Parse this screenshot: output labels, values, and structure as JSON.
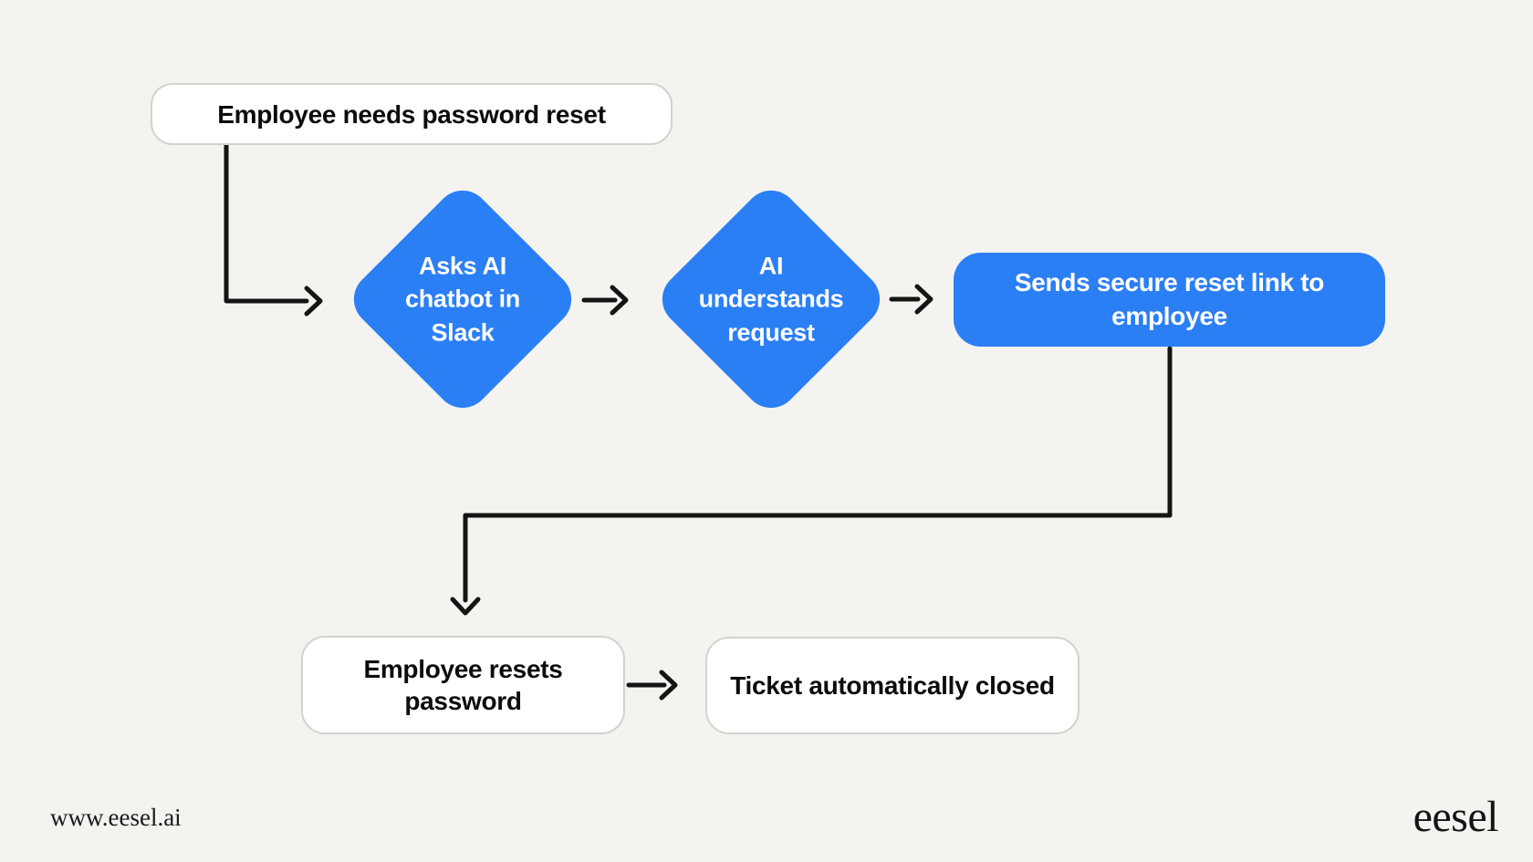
{
  "canvas": {
    "background": "#f4f3f0"
  },
  "colors": {
    "accent_blue": "#2b7ff5",
    "arrow_black": "#151515",
    "node_white": "#ffffff",
    "node_border": "#d4d2cf",
    "text_dark": "#0c0c0c",
    "text_light": "#ffffff"
  },
  "nodes": [
    {
      "id": "start",
      "type": "rounded-rect",
      "label": "Employee needs password reset"
    },
    {
      "id": "ask-chatbot",
      "type": "diamond",
      "label": "Asks AI chatbot in Slack"
    },
    {
      "id": "understands",
      "type": "diamond",
      "label": "AI understands request"
    },
    {
      "id": "sends-link",
      "type": "rounded-rect-accent",
      "label": "Sends secure reset link to employee"
    },
    {
      "id": "resets",
      "type": "rounded-rect",
      "label": "Employee resets password"
    },
    {
      "id": "closed",
      "type": "rounded-rect",
      "label": "Ticket automatically closed"
    }
  ],
  "edges": [
    {
      "from": "start",
      "to": "ask-chatbot"
    },
    {
      "from": "ask-chatbot",
      "to": "understands"
    },
    {
      "from": "understands",
      "to": "sends-link"
    },
    {
      "from": "sends-link",
      "to": "resets"
    },
    {
      "from": "resets",
      "to": "closed"
    }
  ],
  "footer": {
    "website": "www.eesel.ai",
    "brand": "eesel"
  }
}
